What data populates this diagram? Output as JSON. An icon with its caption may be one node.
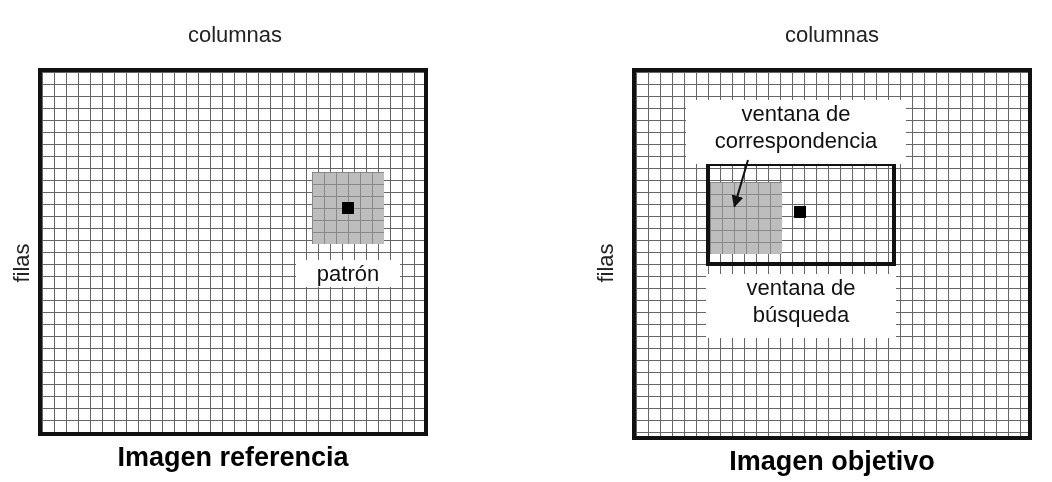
{
  "diagram": {
    "nodes": [
      {
        "text": [
          "Imagen referencia"
        ]
      },
      {
        "text": [
          "patrón"
        ],
        "in": 0
      },
      {
        "text": [
          "Imagen objetivo"
        ]
      },
      {
        "text": [
          "ventana de búsqueda"
        ],
        "in": 2
      },
      {
        "text": [
          "ventana de correspondencia"
        ],
        "in": 2
      },
      {
        "text": [],
        "shape": "box",
        "in": 3
      }
    ],
    "edges": [
      {
        "from": 4,
        "to": 5,
        "arrow": "to"
      }
    ],
    "labels": [
      "columnas",
      "filas",
      "columnas",
      "filas"
    ]
  }
}
